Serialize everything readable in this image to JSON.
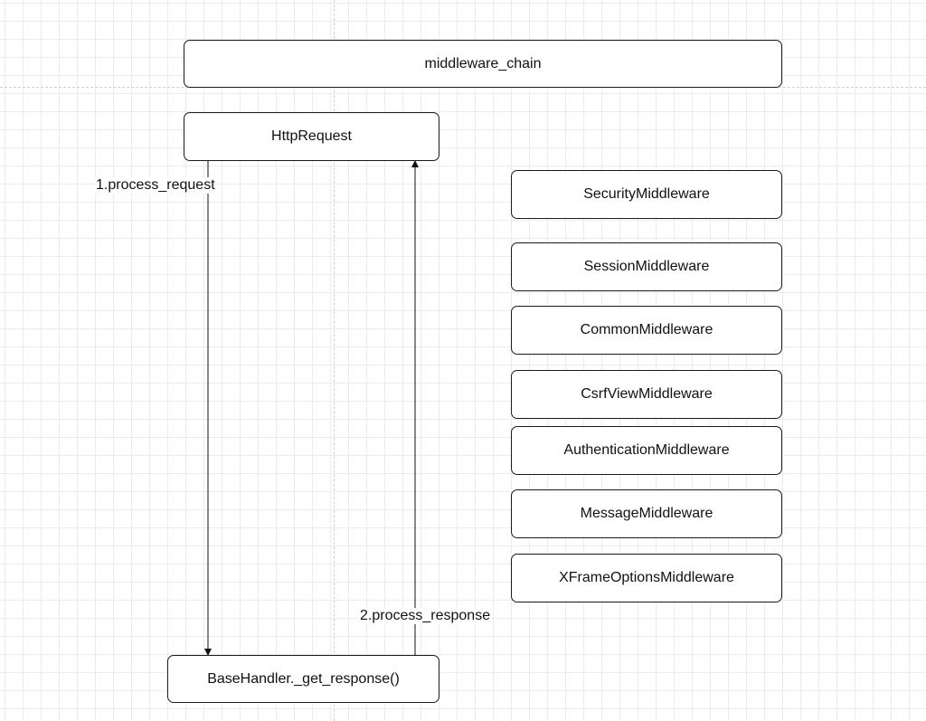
{
  "diagram": {
    "header": {
      "label": "middleware_chain"
    },
    "request_node": {
      "label": "HttpRequest"
    },
    "handler_node": {
      "label": "BaseHandler._get_response()"
    },
    "edges": {
      "request_edge": {
        "label": "1.process_request"
      },
      "response_edge": {
        "label": "2.process_response"
      }
    },
    "middlewares": [
      {
        "label": "SecurityMiddleware"
      },
      {
        "label": "SessionMiddleware"
      },
      {
        "label": "CommonMiddleware"
      },
      {
        "label": "CsrfViewMiddleware"
      },
      {
        "label": "AuthenticationMiddleware"
      },
      {
        "label": "MessageMiddleware"
      },
      {
        "label": "XFrameOptionsMiddleware"
      }
    ]
  }
}
